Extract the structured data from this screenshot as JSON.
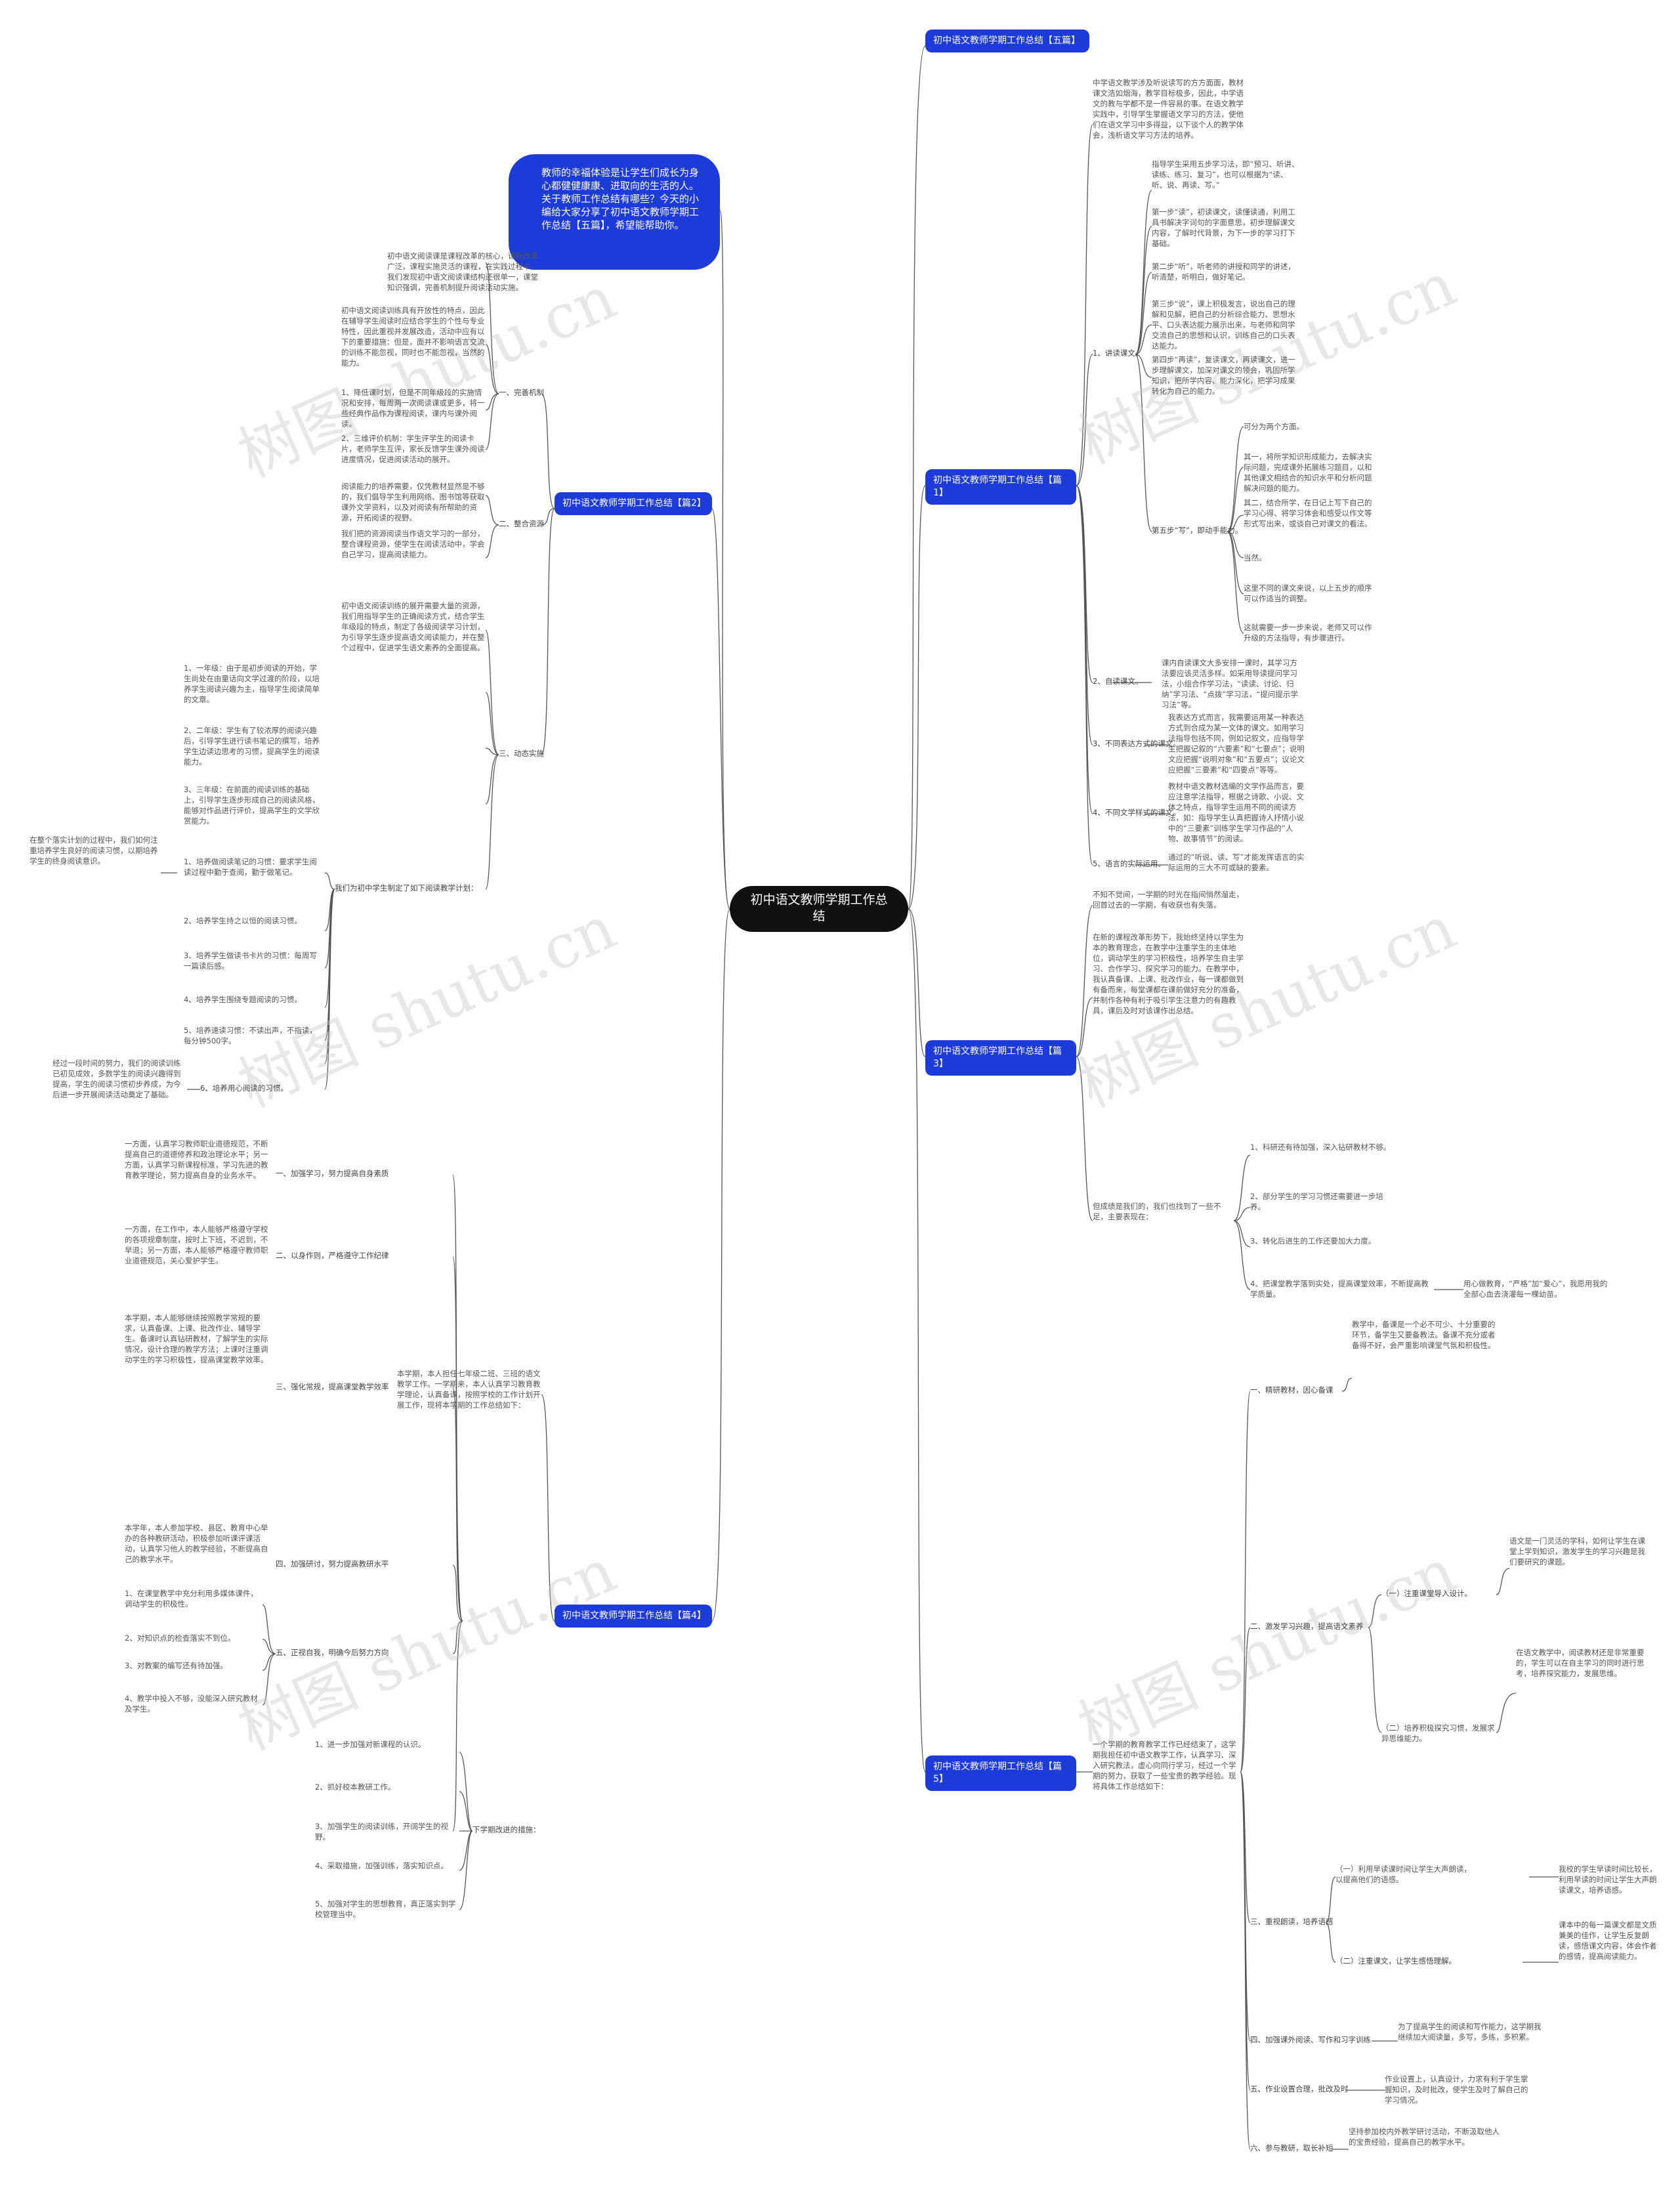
{
  "root": "初中语文教师学期工作总结",
  "intro": "教师的幸福体验是让学生们成长为身心都健健康康、进取向的生活的人。关于教师工作总结有哪些？今天的小编给大家分享了初中语文教师学期工作总结【五篇】，希望能帮助你。",
  "watermark": "树图 shutu.cn",
  "branches": [
    {
      "id": "p5",
      "label": "初中语文教师学期工作总结【五篇】"
    },
    {
      "id": "p1",
      "label": "初中语文教师学期工作总结【篇1】"
    },
    {
      "id": "p2",
      "label": "初中语文教师学期工作总结【篇2】"
    },
    {
      "id": "p3",
      "label": "初中语文教师学期工作总结【篇3】"
    },
    {
      "id": "p4",
      "label": "初中语文教师学期工作总结【篇4】"
    },
    {
      "id": "p5b",
      "label": "初中语文教师学期工作总结【篇5】"
    }
  ],
  "p1": {
    "intro": "中学语文教学涉及听说读写的方方面面，教材课文浩如烟海，教学目标极多，因此，中学语文的教与学都不是一件容易的事。在语文教学实践中，引导学生掌握语文学习的方法，使他们在语文学习中多得益，以下谈个人的教学体会，浅析语文学习方法的培养。",
    "s1": "1、讲读课文。",
    "s1_items": [
      "指导学生采用五步学习法，即“预习、听讲、读练、练习、复习”，也可以根据为“读、听、说、再读、写。”",
      "第一步“读”，初读课文，读懂读通，利用工具书解决字词句的字面意思，初步理解课文内容，了解时代背景，为下一步的学习打下基础。",
      "第二步“听”，听老师的讲授和同学的讲述，听清楚，听明白，做好笔记。",
      "第三步“说”，课上积极发言，说出自己的理解和见解，把自己的分析综合能力、思想水平、口头表达能力展示出来，与老师和同学交流自己的思想和认识，训练自己的口头表达能力。",
      "第四步“再读”，复读课文，再读课文，进一步理解课文，加深对课文的领会，巩固所学知识，把所学内容、能力深化，把学习成果转化为自己的能力。",
      "第五步“写”，即动手能力。"
    ],
    "s1_sub": [
      "可分为两个方面。",
      "其一，将所学知识形成能力，去解决实际问题，完成课外拓展练习题目，以和其他课文相结合的知识水平和分析问题解决问题的能力。",
      "其二，结合所学，在日记上写下自己的学习心得、将学习体会和感受以作文等形式写出来，或谈自己对课文的看法。",
      "当然。",
      "这里不同的课文来说，以上五步的顺序可以作适当的调整。",
      "这就需要一步一步来说，老师又可以作升级的方法指导，有步骤进行。"
    ],
    "s2": "2、自读课文。",
    "s2_text": "课内自读课文大多安排一课时，其学习方法要应该灵活多样。如采用导读提问学习法，小组合作学习法，“读读、讨论、归纳”学习法、“点拨”学习法，“提问提示学习法”等。",
    "s3": "3、不同表达方式的课文。",
    "s3_text": "我表达方式而言，我需要运用某一种表达方式到合成为某一文体的课文。如用学习法指导包括不同，例如记叙文，应指导学生把握记叙的“六要素”和“七要点”；说明文应把握“说明对象”和“五要点”；议论文应把握“三要素”和“四要点”等等。",
    "s4": "4、不同文学样式的课文。",
    "s4_text": "教材中语文教材选编的文学作品而言，要应注意学法指导，根据之诗歌、小说、文体之特点，指导学生运用不同的阅读方法，如：指导学生认真把握诗人抒情小说中的“三要素”训练学生学习作品的“人物、故事情节”的阅读。",
    "s5": "5、语言的实际运用。",
    "s5_text": "通过的“听说、读、写”才能发挥语言的实际运用的三大不可或缺的要素。"
  },
  "p2": {
    "head": "初中语文阅读课是课程改革的核心，课程改革广泛，课程实施灵活的课程，在实践过程中，我们发现初中语文阅读课结构还很单一，课堂知识强调，完善机制提升阅读活动实施。",
    "s1": "一、完善机制",
    "s1_a": "初中语文阅读训练具有开放性的特点，因此在辅导学生阅读时应结合学生的个性与专业特性，因此重视并发展改造，活动中应有以下的重要措施：但是，面并不影响语言交流的训练不能忽视，同时也不能忽视，当然的能力。",
    "s1_b": "1、降低课时划，但是不同年级段的实施情况和安排，每周两一次阅读课或更多，将一些经典作品作为课程阅读，课内与课外阅读。",
    "s1_c": "2、三维评价机制：学生评学生的阅读卡片，老师学生互评，家长反馈学生课外阅读进度情况，促进阅读活动的展开。",
    "s2": "二、整合资源",
    "s2_a": "阅读能力的培养需要，仅凭教材显然是不够的，我们倡导学生利用网络、图书馆等获取课外文学资料，以及对阅读有所帮助的资源，开拓阅读的视野。",
    "s2_b": "我们把的资源阅读当作语文学习的一部分，整合课程资源，使学生在阅读活动中，学会自己学习，提高阅读能力。",
    "s3": "三、动态实施",
    "s3_a": "初中语文阅读训练的展开需要大量的资源，我们用指导学生的正确阅读方式，结合学生年级段的特点，制定了各级阅读学习计划，为引导学生逐步提高语文阅读能力，并在整个过程中，促进学生语文素养的全面提高。",
    "s3_items": [
      "1、一年级：由于是初步阅读的开始，学生尚处在由童话向文学过渡的阶段，以培养学生阅读兴趣为主，指导学生阅读简单的文章。",
      "2、二年级：学生有了较浓厚的阅读兴趣后，引导学生进行读书笔记的撰写，培养学生边读边思考的习惯，提高学生的阅读能力。",
      "3、三年级：在前面的阅读训练的基础上，引导学生逐步形成自己的阅读风格，能够对作品进行评价，提高学生的文学欣赏能力。"
    ],
    "s3_b": "我们为初中学生制定了如下阅读教学计划：",
    "s3_plan": [
      "1、培养做阅读笔记的习惯：要求学生阅读过程中勤于查阅，勤于做笔记。",
      "2、培养学生持之以恒的阅读习惯。",
      "3、培养学生做读书卡片的习惯：每周写一篇读后感。",
      "4、培养学生围绕专题阅读的习惯。",
      "5、培养速读习惯：不读出声，不指读，每分钟500字。",
      "6、培养用心阅读的习惯。"
    ],
    "s3_side": "在整个落实计划的过程中，我们如何注重培养学生良好的阅读习惯，以期培养学生的终身阅读意识。",
    "s3_c": "经过一段时间的努力，我们的阅读训练已初见成效，多数学生的阅读兴趣得到提高，学生的阅读习惯初步养成，为今后进一步开展阅读活动奠定了基础。"
  },
  "p3": {
    "head": "不知不觉间，一学期的时光在指间悄然溜走，回首过去的一学期，有收获也有失落。",
    "body": "在新的课程改革形势下，我始终坚持以学生为本的教育理念，在教学中注重学生的主体地位，调动学生的学习积极性，培养学生自主学习、合作学习、探究学习的能力。在教学中，我认真备课、上课、批改作业，每一课都做到有备而来，每堂课都在课前做好充分的准备，并制作各种有利于吸引学生注意力的有趣教具，课后及时对该课作出总结。",
    "summary": "但成绩是我们的，我们也找到了一些不足，主要表现在：",
    "items": [
      "1、科研还有待加强，深入钻研教材不够。",
      "2、部分学生的学习习惯还需要进一步培养。",
      "3、转化后进生的工作还要加大力度。",
      "4、把课堂教学落到实处，提高课堂效率，不断提高教学质量。"
    ],
    "end": "用心做教育，“严格”加“爱心”，我愿用我的全部心血去浇灌每一棵幼苗。"
  },
  "p4": {
    "head": "本学期，本人担任七年级二班、三班的语文教学工作。一学期来，本人认真学习教育教学理论，认真备课，按照学校的工作计划开展工作，现将本学期的工作总结如下：",
    "s1": "一、加强学习，努力提高自身素质",
    "s1_text": "一方面，认真学习教师职业道德规范，不断提高自己的道德修养和政治理论水平；另一方面，认真学习新课程标准，学习先进的教育教学理论，努力提高自身的业务水平。",
    "s2": "二、以身作则，严格遵守工作纪律",
    "s2_text": "一方面，在工作中，本人能够严格遵守学校的各项规章制度，按时上下班，不迟到，不早退；另一方面，本人能够严格遵守教师职业道德规范，关心爱护学生。",
    "s3": "三、强化常规，提高课堂教学效率",
    "s3_text": "本学期，本人能够继续按照教学常规的要求，认真备课、上课、批改作业、辅导学生。备课时认真钻研教材，了解学生的实际情况，设计合理的教学方法；上课时注重调动学生的学习积极性，提高课堂教学效率。",
    "s4": "四、加强研讨，努力提高教研水平",
    "s4_text": "本学年，本人参加学校、县区、教育中心举办的各种教研活动，积极参加听课评课活动，认真学习他人的教学经验，不断提高自己的教学水平。",
    "s5": "五、正视自我，明确今后努力方向",
    "s5_items": [
      "1、在课堂教学中充分利用多媒体课件，调动学生的积极性。",
      "2、对知识点的检查落实不到位。",
      "3、对教案的编写还有待加强。",
      "4、教学中投入不够，没能深入研究教材及学生。"
    ],
    "s6": "下学期改进的措施：",
    "s6_items": [
      "1、进一步加强对新课程的认识。",
      "2、抓好校本教研工作。",
      "3、加强学生的阅读训练，开阔学生的视野。",
      "4、采取措施，加强训练，落实知识点。",
      "5、加强对学生的思想教育，真正落实到学校管理当中。"
    ]
  },
  "p5b": {
    "head": "一个学期的教育教学工作已经结束了，这学期我担任初中语文教学工作，认真学习、深入研究教法，虚心向同行学习，经过一个学期的努力，获取了一些宝贵的教学经验。现将具体工作总结如下：",
    "s1": "一、精研教材，因心备课",
    "s1_text": "教学中，备课是一个必不可少、十分重要的环节，备学生又要备教法。备课不充分或者备得不好，会严重影响课堂气氛和积极性。",
    "s2": "二、激发学习兴趣，提高语文素养",
    "s2_a": "（一）注重课堂导入设计。",
    "s2_a_text": "语文是一门灵活的学科，如何让学生在课堂上学到知识，激发学生的学习兴趣是我们要研究的课题。",
    "s2_b": "（二）培养积极探究习惯，发展求异思维能力。",
    "s2_b_text": "在语文教学中，阅读教材还是非常重要的，学生可以在自主学习的同时进行思考，培养探究能力，发展思维。",
    "s3": "三、重视朗读，培养语感",
    "s3_a": "（一）利用早读课时间让学生大声朗读，以提高他们的语感。",
    "s3_a_text": "我校的学生早读时间比较长，利用早读的时间让学生大声朗读课文，培养语感。",
    "s3_b": "（二）注重课文，让学生感悟理解。",
    "s3_b_text": "课本中的每一篇课文都是文质兼美的佳作，让学生反复朗读，感悟课文内容，体会作者的感情，提高阅读能力。",
    "s4": "四、加强课外阅读、写作和习字训练",
    "s4_text": "为了提高学生的阅读和写作能力，这学期我继续加大阅读量，多写，多练，多积累。",
    "s5": "五、作业设置合理，批改及时",
    "s5_text": "作业设置上，认真设计，力求有利于学生掌握知识，及时批改，使学生及时了解自己的学习情况。",
    "s6": "六、参与教研，取长补短",
    "s6_text": "坚持参加校内外教学研讨活动，不断汲取他人的宝贵经验，提高自己的教学水平。"
  }
}
